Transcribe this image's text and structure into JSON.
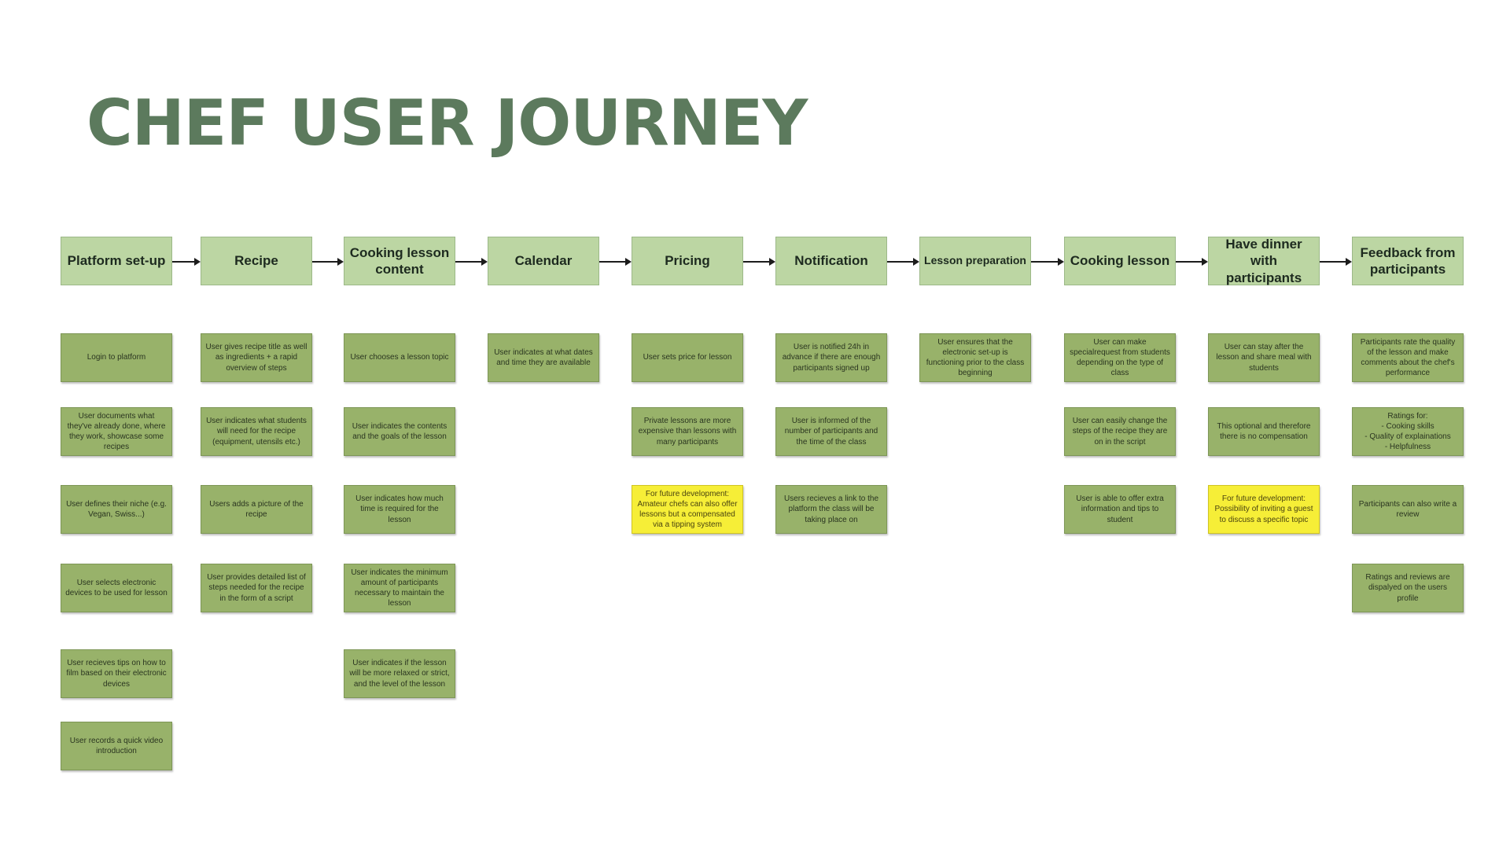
{
  "page_title": "CHEF USER JOURNEY",
  "columns": [
    {
      "title": "Platform set-up",
      "cards": [
        {
          "text": "Login to platform",
          "type": "step"
        },
        {
          "text": "User documents what they've already done, where they work, showcase some recipes",
          "type": "step"
        },
        {
          "text": "User defines their niche (e.g. Vegan, Swiss...)",
          "type": "step"
        },
        {
          "text": "User selects electronic devices to be  used for lesson",
          "type": "step"
        },
        {
          "text": "User recieves tips on how to film based on their electronic devices",
          "type": "step"
        },
        {
          "text": "User records a quick video introduction",
          "type": "step"
        }
      ]
    },
    {
      "title": "Recipe",
      "cards": [
        {
          "text": "User gives recipe title as well as ingredients + a rapid overview of steps",
          "type": "step"
        },
        {
          "text": "User indicates what students will need for the recipe (equipment, utensils etc.)",
          "type": "step"
        },
        {
          "text": "Users adds a picture of the recipe",
          "type": "step"
        },
        {
          "text": "User provides detailed list of steps needed for the recipe in the form of a script",
          "type": "step"
        }
      ]
    },
    {
      "title": "Cooking lesson content",
      "cards": [
        {
          "text": "User chooses a lesson topic",
          "type": "step"
        },
        {
          "text": "User indicates the contents and the goals of the lesson",
          "type": "step"
        },
        {
          "text": "User indicates how much time is required for the lesson",
          "type": "step"
        },
        {
          "text": "User indicates the minimum amount of participants necessary to maintain the lesson",
          "type": "step"
        },
        {
          "text": "User indicates if the lesson will be more relaxed or strict, and the level of the lesson",
          "type": "step"
        }
      ]
    },
    {
      "title": "Calendar",
      "cards": [
        {
          "text": "User indicates at what dates and time they are available",
          "type": "step"
        }
      ]
    },
    {
      "title": "Pricing",
      "cards": [
        {
          "text": "User sets price for lesson",
          "type": "step"
        },
        {
          "text": "Private lessons are more expensive than lessons with many participants",
          "type": "step"
        },
        {
          "text": "For future development: Amateur chefs can also offer lessons but a compensated via a tipping system",
          "type": "future"
        }
      ]
    },
    {
      "title": "Notification",
      "cards": [
        {
          "text": "User is notified 24h in advance if there are enough participants signed up",
          "type": "step"
        },
        {
          "text": "User is informed of the number of participants and the time of the class",
          "type": "step"
        },
        {
          "text": "Users recieves a link to the platform the class will be taking place on",
          "type": "step"
        }
      ]
    },
    {
      "title": "Lesson preparation",
      "cards": [
        {
          "text": "User ensures that the electronic set-up is functioning prior to the class beginning",
          "type": "step"
        }
      ]
    },
    {
      "title": "Cooking lesson",
      "cards": [
        {
          "text": "User can make specialrequest from students  depending on the type of class",
          "type": "step"
        },
        {
          "text": "User can easily change the steps of the recipe they are on in the script",
          "type": "step"
        },
        {
          "text": "User is able to offer extra information and tips to student",
          "type": "step"
        }
      ]
    },
    {
      "title": "Have dinner with participants",
      "cards": [
        {
          "text": "User can stay after the lesson and share meal with students",
          "type": "step"
        },
        {
          "text": "This optional and therefore there is no compensation",
          "type": "step"
        },
        {
          "text": "For future development: Possibility of inviting a guest to discuss a specific topic",
          "type": "future"
        }
      ]
    },
    {
      "title": "Feedback from participants",
      "cards": [
        {
          "text": "Participants rate the quality of the lesson and make comments about the chef's performance",
          "type": "step"
        },
        {
          "text": "Ratings for:\n- Cooking skills\n- Quality of explainations\n- Helpfulness",
          "type": "step"
        },
        {
          "text": "Participants can also write a review",
          "type": "step"
        },
        {
          "text": "Ratings and reviews are dispalyed on the users profile",
          "type": "step"
        }
      ]
    }
  ]
}
